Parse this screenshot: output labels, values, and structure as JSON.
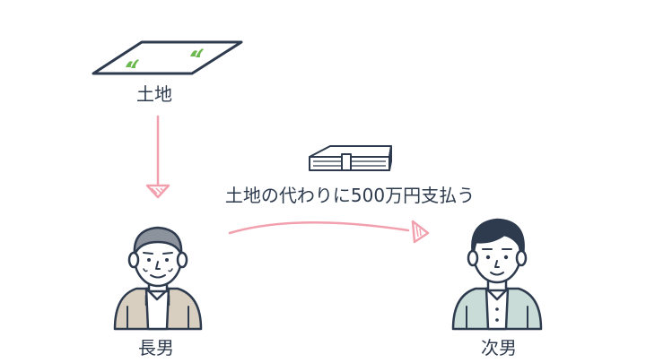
{
  "diagram": {
    "land_label": "土地",
    "payment_label": "土地の代わりに500万円支払う",
    "eldest_son_label": "長男",
    "second_son_label": "次男",
    "icons": {
      "land": "land-plot-icon",
      "money": "cash-bundle-icon",
      "eldest_son": "elderly-man-icon",
      "second_son": "man-icon"
    },
    "colors": {
      "line": "#2e3b4e",
      "arrow": "#f2a0ad",
      "grass": "#6bb84e",
      "eldest_hair": "#8d939c",
      "eldest_vest": "#d8cfc1",
      "second_jacket": "#c9dcd8",
      "skin": "#ffffff"
    }
  }
}
